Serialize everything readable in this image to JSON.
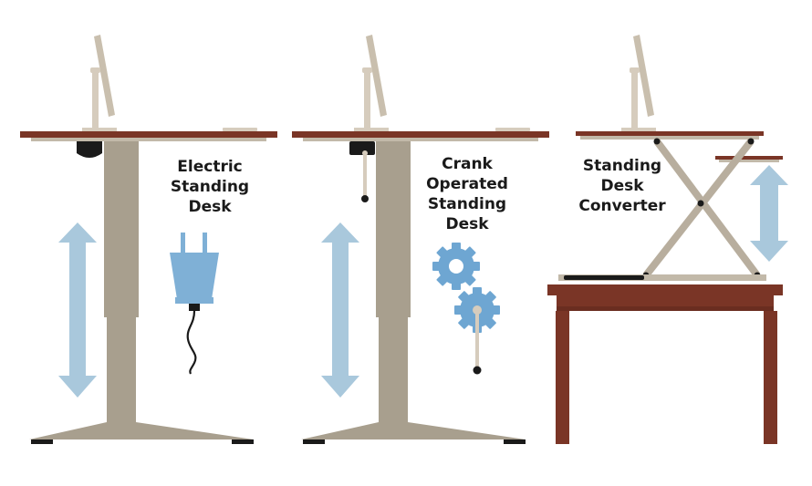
{
  "panels": [
    {
      "id": "electric",
      "label_lines": [
        "Electric",
        "Standing",
        "Desk"
      ],
      "icon": "plug-icon"
    },
    {
      "id": "crank",
      "label_lines": [
        "Crank",
        "Operated",
        "Standing",
        "Desk"
      ],
      "icon": "gears-icon"
    },
    {
      "id": "converter",
      "label_lines": [
        "Standing",
        "Desk",
        "Converter"
      ],
      "icon": "scissor-lift-icon"
    }
  ],
  "colors": {
    "desktop": "#7a3526",
    "desktop_edge": "#5e261a",
    "frame": "#a89f8e",
    "frame_light": "#c2b9a9",
    "arrow": "#a9c8dc",
    "plug": "#7fb0d6",
    "gear": "#6ea6d2",
    "monitor": "#d6ccbd",
    "black": "#1a1a1a"
  }
}
